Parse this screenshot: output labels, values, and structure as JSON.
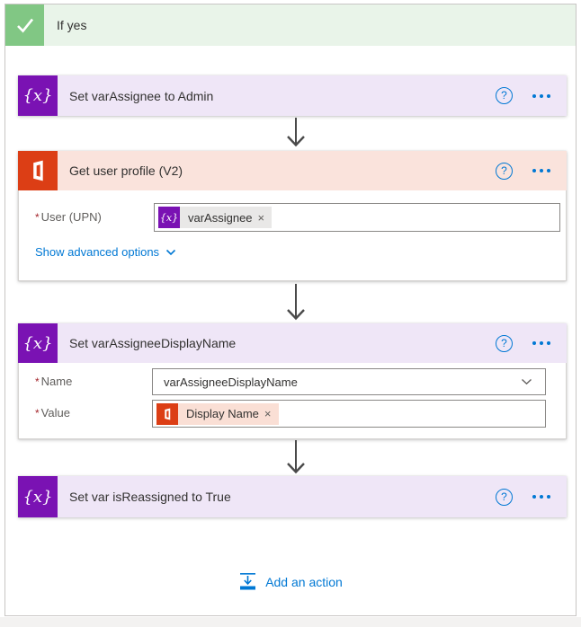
{
  "branch": {
    "label": "If yes"
  },
  "actions": [
    {
      "title": "Set varAssignee to Admin",
      "connector": "variable"
    },
    {
      "title": "Get user profile (V2)",
      "connector": "office365",
      "fields": [
        {
          "label": "User (UPN)",
          "required": true,
          "token": {
            "icon": "variable",
            "text": "varAssignee"
          }
        }
      ],
      "advanced_link": "Show advanced options"
    },
    {
      "title": "Set varAssigneeDisplayName",
      "connector": "variable",
      "fields": [
        {
          "label": "Name",
          "required": true,
          "control": "dropdown",
          "value": "varAssigneeDisplayName"
        },
        {
          "label": "Value",
          "required": true,
          "token": {
            "icon": "office365",
            "text": "Display Name"
          }
        }
      ]
    },
    {
      "title": "Set var isReassigned to True",
      "connector": "variable"
    }
  ],
  "add_action": {
    "label": "Add an action"
  },
  "ui": {
    "required_mark": "*",
    "variable_glyph": "{x}",
    "help_glyph": "?",
    "close_glyph": "×"
  },
  "icons": {
    "check": "check-mark",
    "variable": "curly-x-variable",
    "office365": "office-365-logo",
    "help": "question-circle",
    "more": "ellipsis-dots",
    "chevron_down": "chevron-down",
    "connector": "arrow-down",
    "add_action": "insert-action-arrow"
  },
  "colors": {
    "accent_blue": "#0078d4",
    "variable_purple": "#7a12b3",
    "variable_header_bg": "#efe6f7",
    "office_orange": "#dc3e15",
    "office_header_bg": "#fae3dc",
    "branch_green": "#81c784",
    "branch_header_bg": "#e9f4e9",
    "connector_gray": "#4a4a4a",
    "token_gray_bg": "#e9e8e7",
    "token_peach_bg": "#fadfd5"
  }
}
